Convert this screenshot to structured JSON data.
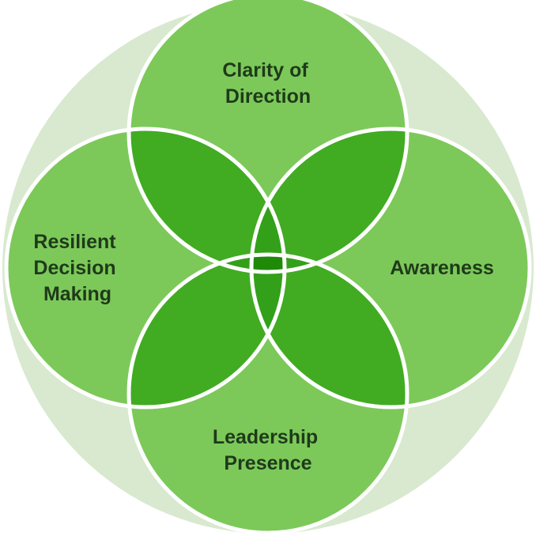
{
  "diagram": {
    "colors": {
      "outer_ring": "#d8e9cf",
      "circle": "#7cc95a",
      "overlap_two": "#41ab22",
      "overlap_three": "#33a019",
      "center": "#1f8a08",
      "stroke": "#ffffff",
      "text": "#1f3a1a"
    },
    "circles": [
      {
        "id": "top",
        "label_lines": [
          "Clarity of",
          "Direction"
        ]
      },
      {
        "id": "right",
        "label_lines": [
          "Awareness"
        ]
      },
      {
        "id": "bottom",
        "label_lines": [
          "Leadership",
          "Presence"
        ]
      },
      {
        "id": "left",
        "label_lines": [
          "Resilient",
          "Decision",
          "Making"
        ]
      }
    ]
  }
}
